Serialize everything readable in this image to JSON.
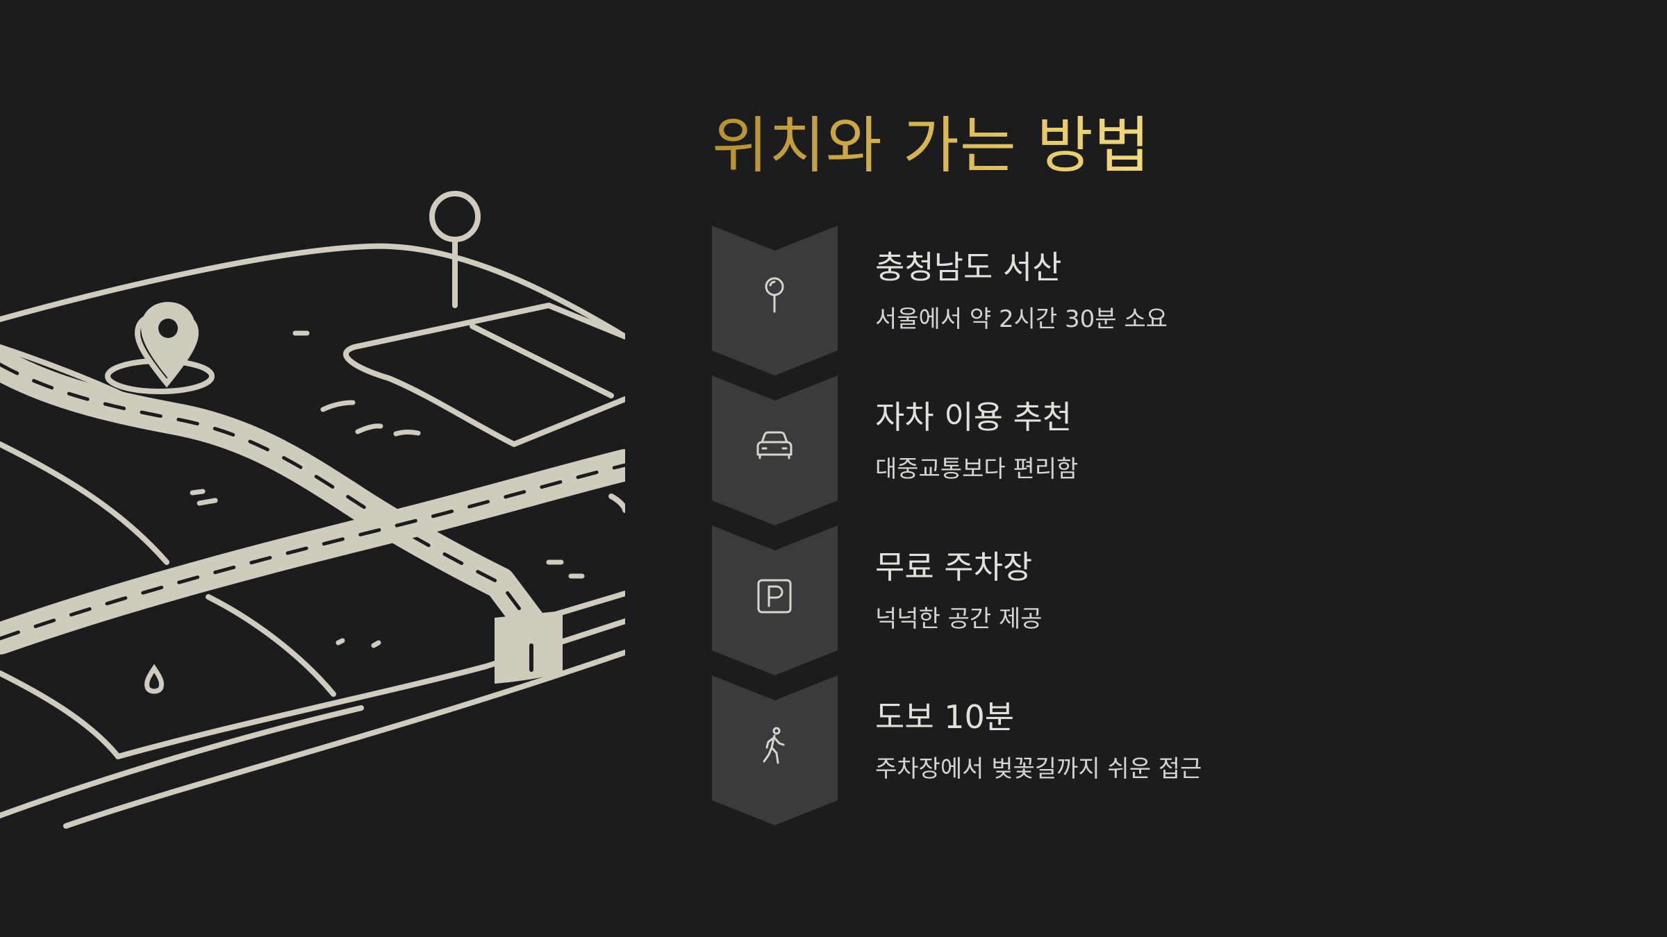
{
  "title": "위치와 가는 방법",
  "colors": {
    "background": "#1b1c1e",
    "chevron": "#3a3b3d",
    "illustration_stroke": "#cfcbbd",
    "title_gradient_start": "#b8902c",
    "title_gradient_end": "#f2dc7e",
    "text": "#e2e0d8"
  },
  "illustration": {
    "icons": [
      "map-pin-icon",
      "location-marker-icon"
    ]
  },
  "steps": [
    {
      "icon": "pin-icon",
      "heading": "충청남도 서산",
      "description": "서울에서 약 2시간 30분 소요"
    },
    {
      "icon": "car-icon",
      "heading": "자차 이용 추천",
      "description": "대중교통보다 편리함"
    },
    {
      "icon": "parking-icon",
      "heading": "무료 주차장",
      "description": "넉넉한 공간 제공"
    },
    {
      "icon": "walking-person-icon",
      "heading": "도보 10분",
      "description": "주차장에서 벚꽃길까지 쉬운 접근"
    }
  ]
}
